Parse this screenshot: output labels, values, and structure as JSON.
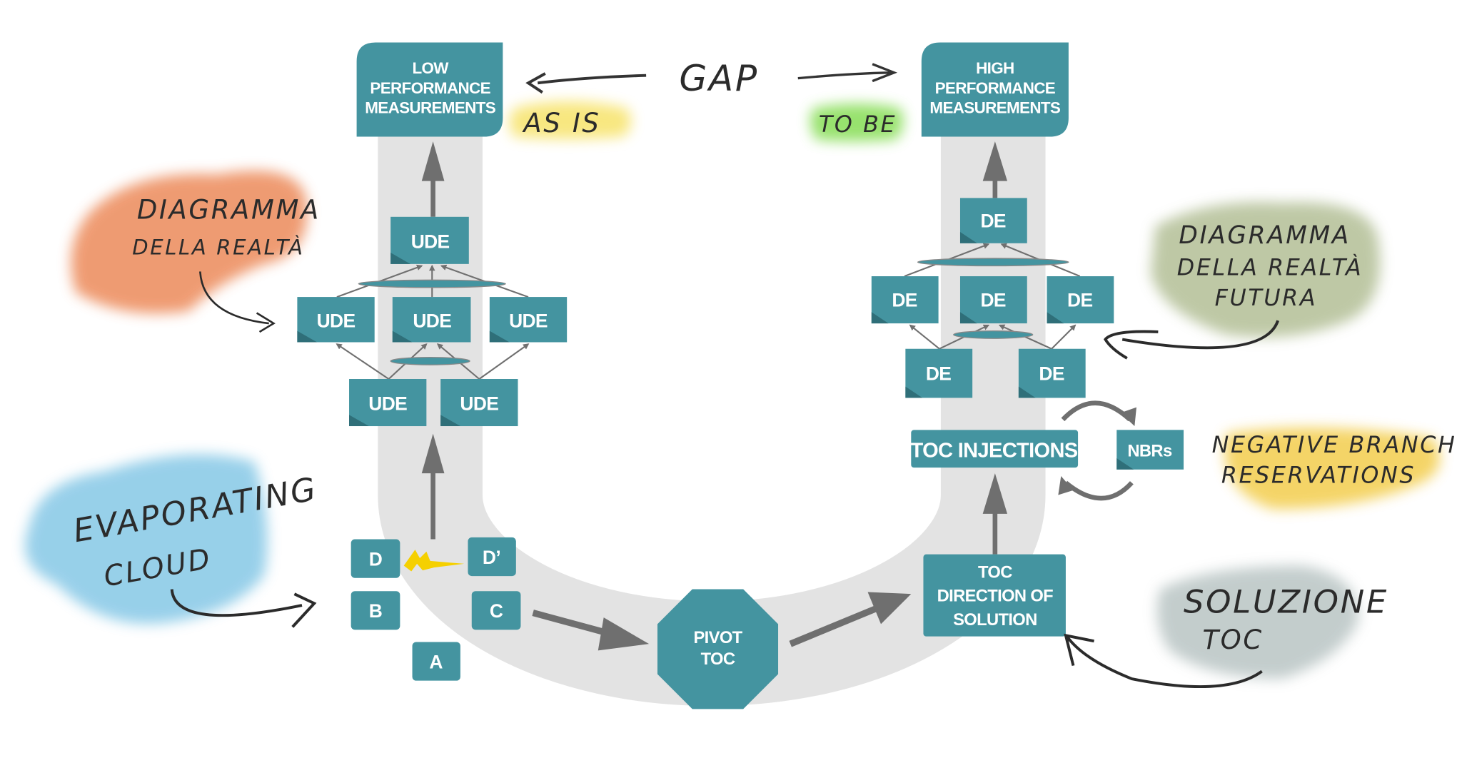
{
  "colors": {
    "box": "#4494a0",
    "band": "#e3e3e3",
    "arrow": "#6f6f6f",
    "lightning": "#f5d000"
  },
  "top": {
    "low_box": [
      "LOW",
      "PERFORMANCE",
      "MEASUREMENTS"
    ],
    "high_box": [
      "HIGH",
      "PERFORMANCE",
      "MEASUREMENTS"
    ],
    "gap": "GAP",
    "as_is": "AS IS",
    "to_be": "TO BE"
  },
  "left_tree": {
    "ude": "UDE"
  },
  "right_tree": {
    "de": "DE"
  },
  "cloud": {
    "d": "D",
    "d_prime": "D’",
    "b": "B",
    "c": "C",
    "a": "A"
  },
  "pivot": [
    "PIVOT",
    "TOC"
  ],
  "direction": [
    "TOC",
    "DIRECTION OF",
    "SOLUTION"
  ],
  "injections": "TOC INJECTIONS",
  "nbrs": "NBRs",
  "notes": {
    "reality": [
      "DIAGRAMMA",
      "DELLA REALTÀ"
    ],
    "future": [
      "DIAGRAMMA",
      "DELLA REALTÀ",
      "FUTURA"
    ],
    "evaporating": [
      "EVAPORATING",
      "CLOUD"
    ],
    "nbr": [
      "NEGATIVE BRANCH",
      "RESERVATIONS"
    ],
    "solution": [
      "SOLUZIONE",
      "TOC"
    ]
  },
  "note_colors": {
    "reality": "#ec8a5a",
    "future": "#b3bf96",
    "evaporating": "#86c8e6",
    "nbr": "#f3cd4e",
    "solution": "#b9c5c4",
    "as_is": "#f7e36a",
    "to_be": "#86dd55"
  }
}
